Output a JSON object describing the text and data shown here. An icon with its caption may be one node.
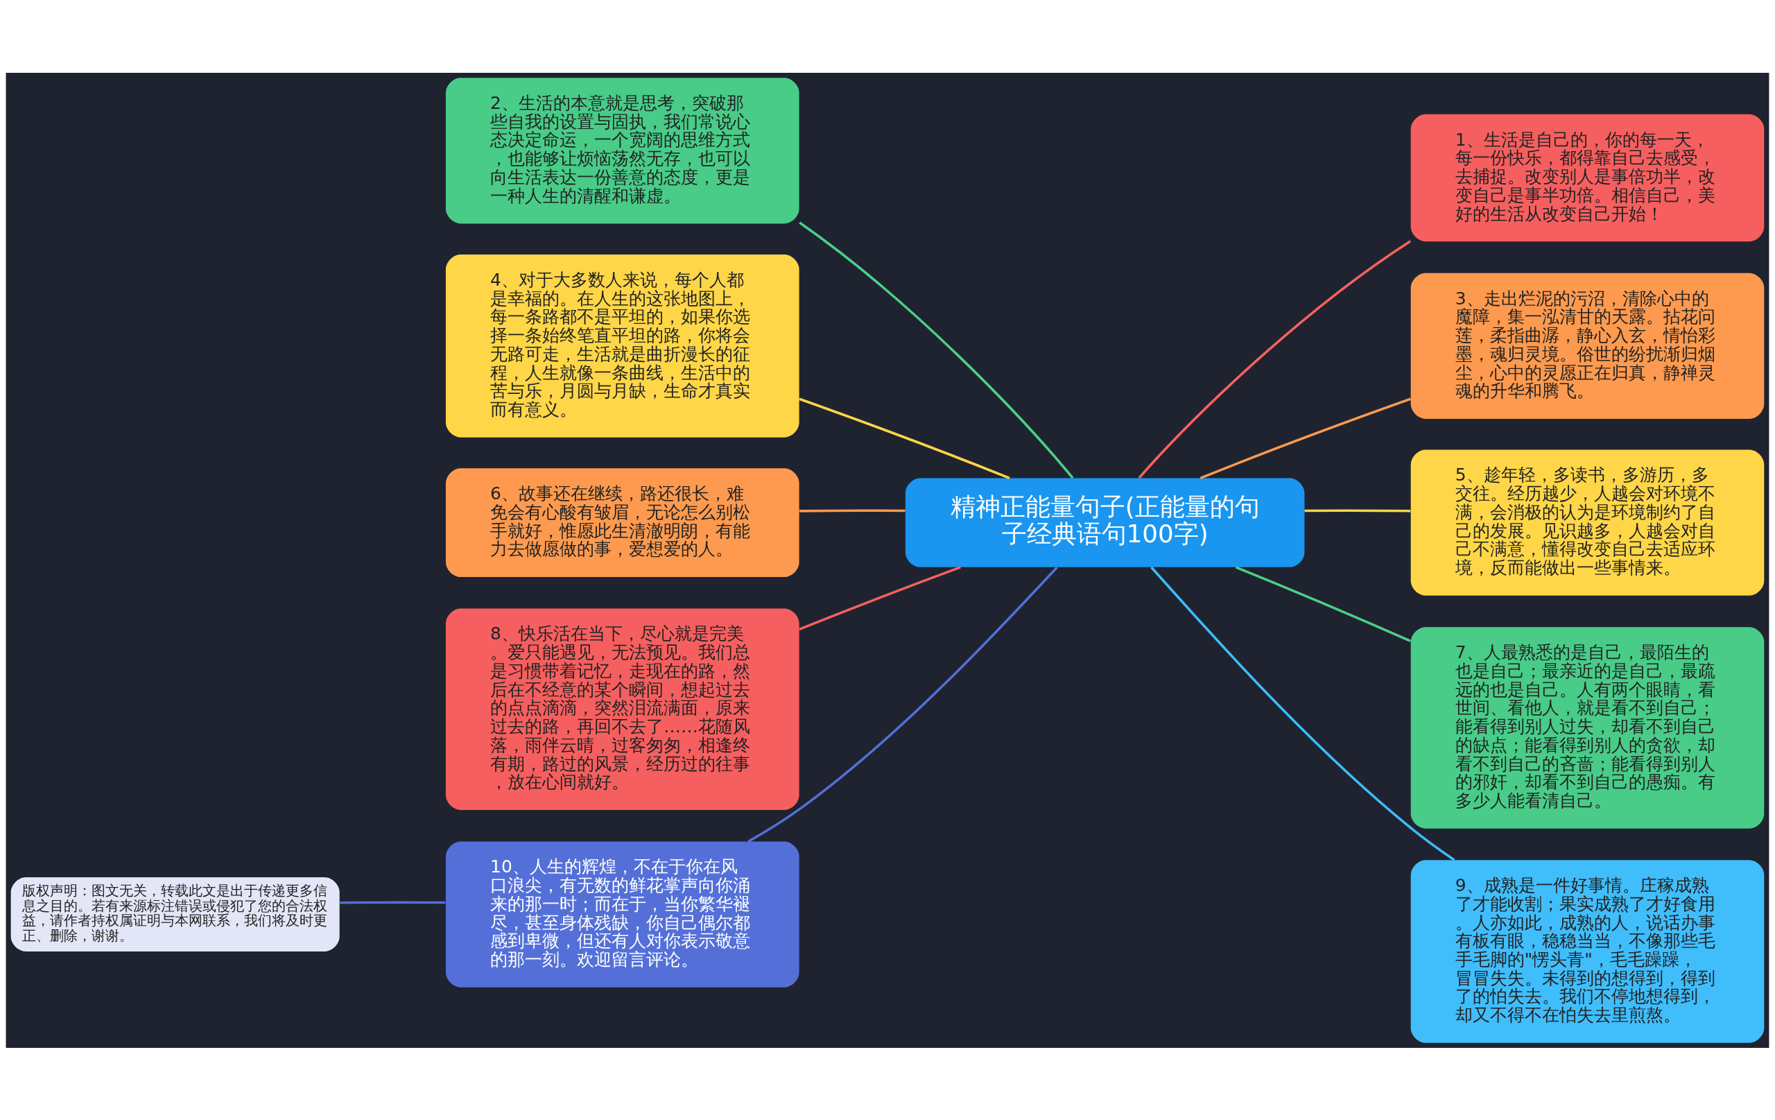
{
  "diagram": {
    "nodes": [
      {
        "text": [
          "精神正能量句子(正能量的句子经典语句100字)"
        ]
      },
      {
        "text": [
          "1、生活是自己的，你的每一天，每一份快乐，都得靠自己去感受，去捕捉。改变别人是事倍功半，改变自己是事半功倍。相信自己，美好的生活从改变自己开始！"
        ]
      },
      {
        "text": [
          "2、生活的本意就是思考，突破那些自我的设置与固执，我们常说心态决定命运，一个宽阔的思维方式，也能够让烦恼荡然无存，也可以向生活表达一份善意的态度，更是一种人生的清醒和谦虚。"
        ]
      },
      {
        "text": [
          "3、走出烂泥的污沼，清除心中的魔障，集一泓清甘的天露。拈花问莲，柔指曲潺，静心入玄，情怡彩墨，魂归灵境。俗世的纷扰渐归烟尘，心中的灵愿正在归真，静禅灵魂的升华和腾飞。"
        ]
      },
      {
        "text": [
          "4、对于大多数人来说，每个人都是幸福的。在人生的这张地图上，每一条路都不是平坦的，如果你选择一条始终笔直平坦的路，你将会无路可走，生活就是曲折漫长的征程，人生就像一条曲线，生活中的苦与乐，月圆与月缺，生命才真实而有意义。"
        ]
      },
      {
        "text": [
          "5、趁年轻，多读书，多游历，多交往。经历越少，人越会对环境不满，会消极的认为是环境制约了自己的发展。见识越多，人越会对自己不满意，懂得改变自己去适应环境，反而能做出一些事情来。"
        ]
      },
      {
        "text": [
          "6、故事还在继续，路还很长，难免会有心酸有皱眉，无论怎么别松手就好，惟愿此生清澈明朗，有能力去做愿做的事，爱想爱的人。"
        ]
      },
      {
        "text": [
          "7、人最熟悉的是自己，最陌生的也是自己；最亲近的是自己，最疏远的也是自己。人有两个眼睛，看世间、看他人，就是看不到自己；能看得到别人过失，却看不到自己的缺点；能看得到别人的贪欲，却看不到自己的吝啬；能看得到别人的邪奸，却看不到自己的愚痴。有多少人能看清自己。"
        ]
      },
      {
        "text": [
          "8、快乐活在当下，尽心就是完美。爱只能遇见，无法预见。我们总是习惯带着记忆，走现在的路，然后在不经意的某个瞬间，想起过去的点点滴滴，突然泪流满面，原来过去的路，再回不去了……花随风落，雨伴云晴，过客匆匆，相逢终有期，路过的风景，经历过的往事，放在心间就好。"
        ]
      },
      {
        "text": [
          "9、成熟是一件好事情。庄稼成熟了才能收割；果实成熟了才好食用。人亦如此，成熟的人，说话办事有板有眼，稳稳当当，不像那些毛手毛脚的\"愣头青\"，毛毛躁躁，冒冒失失。未得到的想得到，得到了的怕失去。我们不停地想得到，却又不得不在怕失去里煎熬。"
        ]
      },
      {
        "text": [
          "10、人生的辉煌，不在于你在风口浪尖，有无数的鲜花掌声向你涌来的那一时；而在于，当你繁华褪尽，甚至身体残缺，你自己偶尔都感到卑微，但还有人对你表示敬意的那一刻。欢迎留言评论。"
        ]
      },
      {
        "text": [
          "版权声明：图文无关，转载此文是出于传递更多信息之目的。若有来源标注错误或侵犯了您的合法权益，请作者持权属证明与本网联系，我们将及时更正、删除，谢谢。"
        ]
      }
    ],
    "edges": [
      {
        "from": 0,
        "to": 1,
        "arrow": "none",
        "color": "#f76260"
      },
      {
        "from": 0,
        "to": 2,
        "arrow": "none",
        "color": "#4ccf8a"
      },
      {
        "from": 0,
        "to": 3,
        "arrow": "none",
        "color": "#fb9a50"
      },
      {
        "from": 0,
        "to": 4,
        "arrow": "none",
        "color": "#fdd54a"
      },
      {
        "from": 0,
        "to": 5,
        "arrow": "none",
        "color": "#fdd54a"
      },
      {
        "from": 0,
        "to": 6,
        "arrow": "none",
        "color": "#fb9a50"
      },
      {
        "from": 0,
        "to": 7,
        "arrow": "none",
        "color": "#4ccf8a"
      },
      {
        "from": 0,
        "to": 8,
        "arrow": "none",
        "color": "#f76260"
      },
      {
        "from": 0,
        "to": 9,
        "arrow": "none",
        "color": "#3ebcf8"
      },
      {
        "from": 0,
        "to": 10,
        "arrow": "none",
        "color": "#5270d6"
      },
      {
        "from": 10,
        "to": 11,
        "arrow": "none",
        "color": "#5270d6"
      }
    ]
  }
}
